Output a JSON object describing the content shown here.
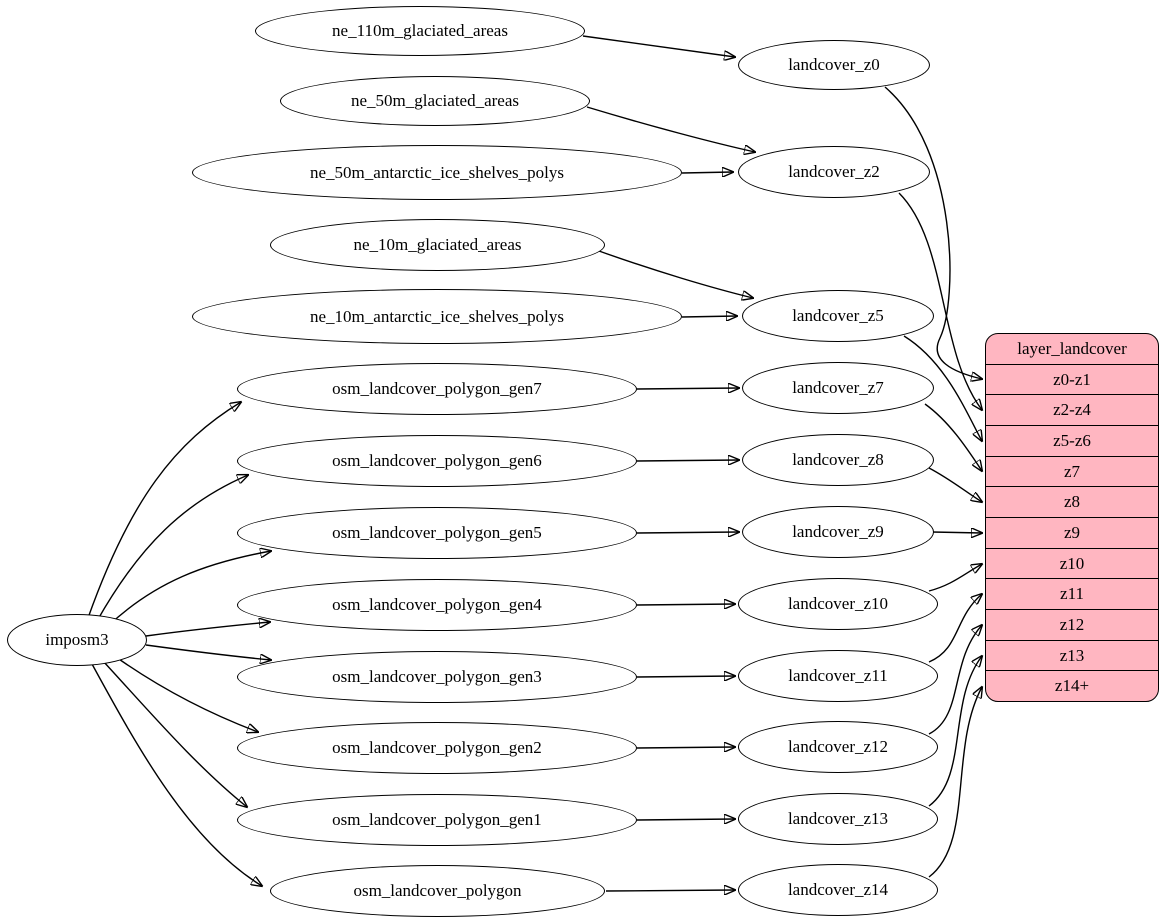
{
  "diagram": {
    "background_color": "#ffffff",
    "edge_color": "#000000",
    "ellipse_fill": "#ffffff",
    "ellipse_border_color": "#000000",
    "record_fill": "#ffb6c1",
    "record_border_color": "#000000"
  },
  "nodes": {
    "imposm3": {
      "label": "imposm3"
    },
    "ne110m_glaciated": {
      "label": "ne_110m_glaciated_areas"
    },
    "ne50m_glaciated": {
      "label": "ne_50m_glaciated_areas"
    },
    "ne50m_antarctic": {
      "label": "ne_50m_antarctic_ice_shelves_polys"
    },
    "ne10m_glaciated": {
      "label": "ne_10m_glaciated_areas"
    },
    "ne10m_antarctic": {
      "label": "ne_10m_antarctic_ice_shelves_polys"
    },
    "gen7": {
      "label": "osm_landcover_polygon_gen7"
    },
    "gen6": {
      "label": "osm_landcover_polygon_gen6"
    },
    "gen5": {
      "label": "osm_landcover_polygon_gen5"
    },
    "gen4": {
      "label": "osm_landcover_polygon_gen4"
    },
    "gen3": {
      "label": "osm_landcover_polygon_gen3"
    },
    "gen2": {
      "label": "osm_landcover_polygon_gen2"
    },
    "gen1": {
      "label": "osm_landcover_polygon_gen1"
    },
    "polygon": {
      "label": "osm_landcover_polygon"
    },
    "z0": {
      "label": "landcover_z0"
    },
    "z2": {
      "label": "landcover_z2"
    },
    "z5": {
      "label": "landcover_z5"
    },
    "z7": {
      "label": "landcover_z7"
    },
    "z8": {
      "label": "landcover_z8"
    },
    "z9": {
      "label": "landcover_z9"
    },
    "z10": {
      "label": "landcover_z10"
    },
    "z11": {
      "label": "landcover_z11"
    },
    "z12": {
      "label": "landcover_z12"
    },
    "z13": {
      "label": "landcover_z13"
    },
    "z14": {
      "label": "landcover_z14"
    }
  },
  "record": {
    "title": "layer_landcover",
    "rows": [
      "z0-z1",
      "z2-z4",
      "z5-z6",
      "z7",
      "z8",
      "z9",
      "z10",
      "z11",
      "z12",
      "z13",
      "z14+"
    ]
  },
  "edges": [
    {
      "from": "imposm3",
      "to": "osm_landcover_polygon_gen7"
    },
    {
      "from": "imposm3",
      "to": "osm_landcover_polygon_gen6"
    },
    {
      "from": "imposm3",
      "to": "osm_landcover_polygon_gen5"
    },
    {
      "from": "imposm3",
      "to": "osm_landcover_polygon_gen4"
    },
    {
      "from": "imposm3",
      "to": "osm_landcover_polygon_gen3"
    },
    {
      "from": "imposm3",
      "to": "osm_landcover_polygon_gen2"
    },
    {
      "from": "imposm3",
      "to": "osm_landcover_polygon_gen1"
    },
    {
      "from": "imposm3",
      "to": "osm_landcover_polygon"
    },
    {
      "from": "ne_110m_glaciated_areas",
      "to": "landcover_z0"
    },
    {
      "from": "ne_50m_glaciated_areas",
      "to": "landcover_z2"
    },
    {
      "from": "ne_50m_antarctic_ice_shelves_polys",
      "to": "landcover_z2"
    },
    {
      "from": "ne_10m_glaciated_areas",
      "to": "landcover_z5"
    },
    {
      "from": "ne_10m_antarctic_ice_shelves_polys",
      "to": "landcover_z5"
    },
    {
      "from": "osm_landcover_polygon_gen7",
      "to": "landcover_z7"
    },
    {
      "from": "osm_landcover_polygon_gen6",
      "to": "landcover_z8"
    },
    {
      "from": "osm_landcover_polygon_gen5",
      "to": "landcover_z9"
    },
    {
      "from": "osm_landcover_polygon_gen4",
      "to": "landcover_z10"
    },
    {
      "from": "osm_landcover_polygon_gen3",
      "to": "landcover_z11"
    },
    {
      "from": "osm_landcover_polygon_gen2",
      "to": "landcover_z12"
    },
    {
      "from": "osm_landcover_polygon_gen1",
      "to": "landcover_z13"
    },
    {
      "from": "osm_landcover_polygon",
      "to": "landcover_z14"
    },
    {
      "from": "landcover_z0",
      "to": "layer_landcover:z0-z1"
    },
    {
      "from": "landcover_z2",
      "to": "layer_landcover:z2-z4"
    },
    {
      "from": "landcover_z5",
      "to": "layer_landcover:z5-z6"
    },
    {
      "from": "landcover_z7",
      "to": "layer_landcover:z7"
    },
    {
      "from": "landcover_z8",
      "to": "layer_landcover:z8"
    },
    {
      "from": "landcover_z9",
      "to": "layer_landcover:z9"
    },
    {
      "from": "landcover_z10",
      "to": "layer_landcover:z10"
    },
    {
      "from": "landcover_z11",
      "to": "layer_landcover:z11"
    },
    {
      "from": "landcover_z12",
      "to": "layer_landcover:z12"
    },
    {
      "from": "landcover_z13",
      "to": "layer_landcover:z13"
    },
    {
      "from": "landcover_z14",
      "to": "layer_landcover:z14+"
    }
  ]
}
